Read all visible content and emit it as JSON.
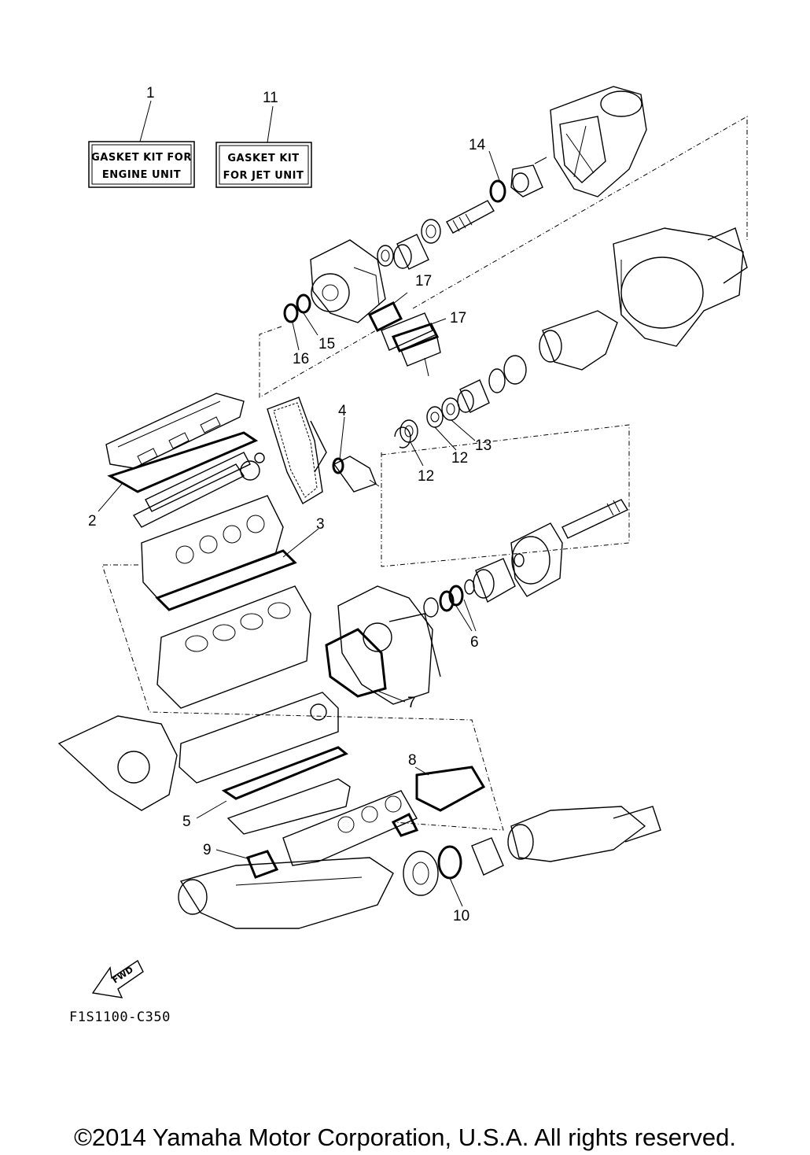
{
  "kits": [
    {
      "number": "1",
      "line1": "GASKET KIT FOR",
      "line2": "ENGINE UNIT"
    },
    {
      "number": "11",
      "line1": "GASKET KIT",
      "line2": "FOR JET UNIT"
    }
  ],
  "callouts": {
    "c14": "14",
    "c17a": "17",
    "c17b": "17",
    "c15": "15",
    "c16": "16",
    "c4": "4",
    "c13": "13",
    "c12a": "12",
    "c12b": "12",
    "c2": "2",
    "c3": "3",
    "c6": "6",
    "c7": "7",
    "c8": "8",
    "c5": "5",
    "c9": "9",
    "c10": "10"
  },
  "fwd_label": "FWD",
  "diagram_code": "F1S1100-C350",
  "copyright": "©2014 Yamaha Motor Corporation, U.S.A. All rights reserved."
}
